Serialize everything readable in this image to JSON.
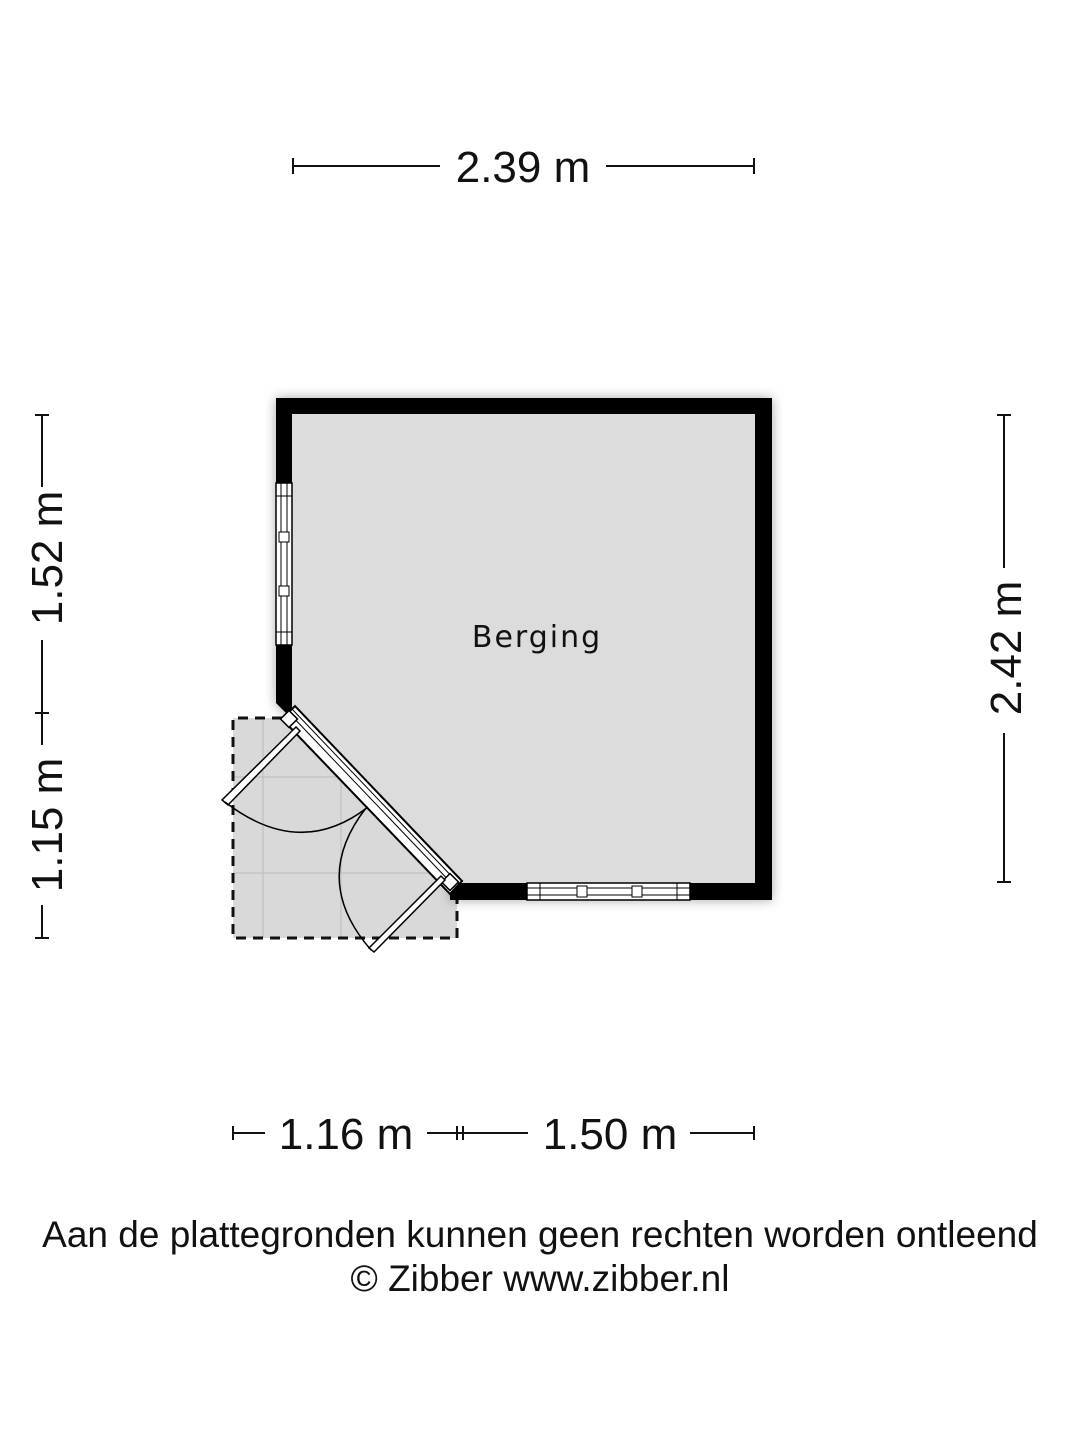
{
  "room": {
    "name": "Berging"
  },
  "dimensions": {
    "top_width": "2.39 m",
    "left_upper": "1.52 m",
    "left_lower": "1.15 m",
    "right_height": "2.42 m",
    "bottom_left": "1.16 m",
    "bottom_right": "1.50 m"
  },
  "footer": {
    "disclaimer": "Aan de plattegronden kunnen geen rechten worden ontleend",
    "copyright": "© Zibber www.zibber.nl"
  },
  "colors": {
    "wall": "#000000",
    "floor": "#dcdcdc",
    "terrace": "#d8d8d8",
    "line": "#111111"
  }
}
